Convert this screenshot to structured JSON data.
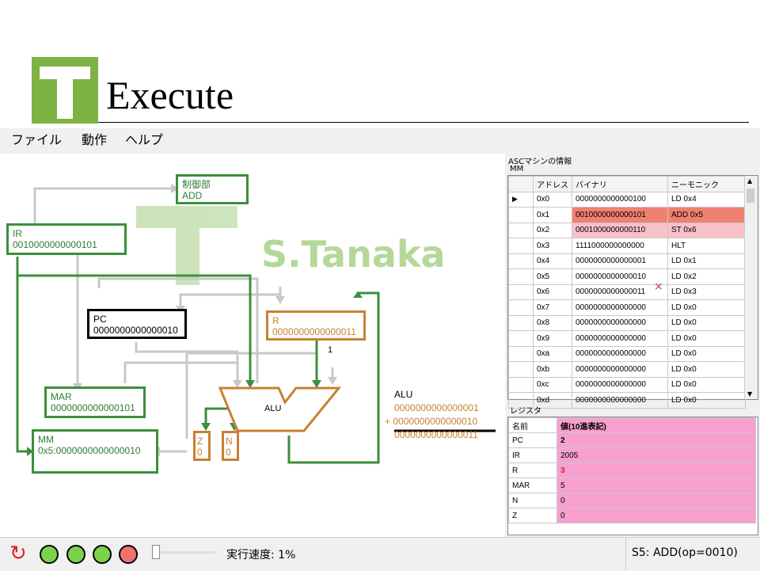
{
  "slide": {
    "title": "Execute"
  },
  "menu": [
    "ファイル",
    "動作",
    "ヘルプ"
  ],
  "watermark": "S.Tanaka",
  "diagram": {
    "control": {
      "label": "制御部",
      "value": "ADD"
    },
    "ir": {
      "label": "IR",
      "value": "0010000000000101"
    },
    "pc": {
      "label": "PC",
      "value": "0000000000000010"
    },
    "r": {
      "label": "R",
      "value": "0000000000000011"
    },
    "mar": {
      "label": "MAR",
      "value": "0000000000000101"
    },
    "mm": {
      "label": "MM",
      "value": "0x5:0000000000000010"
    },
    "alu_label": "ALU",
    "z": {
      "label": "Z",
      "value": "0"
    },
    "n": {
      "label": "N",
      "value": "0"
    },
    "one_label": "1",
    "alu_calc": {
      "title": "ALU",
      "line1": "0000000000000001",
      "line2": "+ 0000000000000010",
      "line3": "0000000000000011"
    }
  },
  "panel": {
    "title": "ASCマシンの情報",
    "mm_label": "MM",
    "mem_headers": [
      "アドレス",
      "バイナリ",
      "ニーモニック"
    ],
    "mem_rows": [
      {
        "addr": "0x0",
        "bin": "0000000000000100",
        "mn": "LD 0x4",
        "mark": "▶"
      },
      {
        "addr": "0x1",
        "bin": "0010000000000101",
        "mn": "ADD 0x5",
        "mark": ""
      },
      {
        "addr": "0x2",
        "bin": "0001000000000110",
        "mn": "ST 0x6",
        "mark": ""
      },
      {
        "addr": "0x3",
        "bin": "1111000000000000",
        "mn": "HLT",
        "mark": ""
      },
      {
        "addr": "0x4",
        "bin": "0000000000000001",
        "mn": "LD 0x1",
        "mark": ""
      },
      {
        "addr": "0x5",
        "bin": "0000000000000010",
        "mn": "LD 0x2",
        "mark": ""
      },
      {
        "addr": "0x6",
        "bin": "0000000000000011",
        "mn": "LD 0x3",
        "mark": ""
      },
      {
        "addr": "0x7",
        "bin": "0000000000000000",
        "mn": "LD 0x0",
        "mark": ""
      },
      {
        "addr": "0x8",
        "bin": "0000000000000000",
        "mn": "LD 0x0",
        "mark": ""
      },
      {
        "addr": "0x9",
        "bin": "0000000000000000",
        "mn": "LD 0x0",
        "mark": ""
      },
      {
        "addr": "0xa",
        "bin": "0000000000000000",
        "mn": "LD 0x0",
        "mark": ""
      },
      {
        "addr": "0xb",
        "bin": "0000000000000000",
        "mn": "LD 0x0",
        "mark": ""
      },
      {
        "addr": "0xc",
        "bin": "0000000000000000",
        "mn": "LD 0x0",
        "mark": ""
      },
      {
        "addr": "0xd",
        "bin": "0000000000000000",
        "mn": "LD 0x0",
        "mark": ""
      }
    ],
    "cross_mark": "×",
    "reg_title": "レジスタ",
    "reg_headers": [
      "名前",
      "値(10進表記)"
    ],
    "regs": [
      {
        "name": "PC",
        "val": "2"
      },
      {
        "name": "IR",
        "val": "2005"
      },
      {
        "name": "R",
        "val": "3"
      },
      {
        "name": "MAR",
        "val": "5"
      },
      {
        "name": "N",
        "val": "0"
      },
      {
        "name": "Z",
        "val": "0"
      }
    ]
  },
  "bottom": {
    "speed_label": "実行速度: 1%",
    "status": "S5: ADD(op=0010)"
  },
  "colors": {
    "green": "#3c8f3c",
    "orange": "#c88032",
    "watermark": "#b5d89a",
    "logo": "#7cb342"
  }
}
